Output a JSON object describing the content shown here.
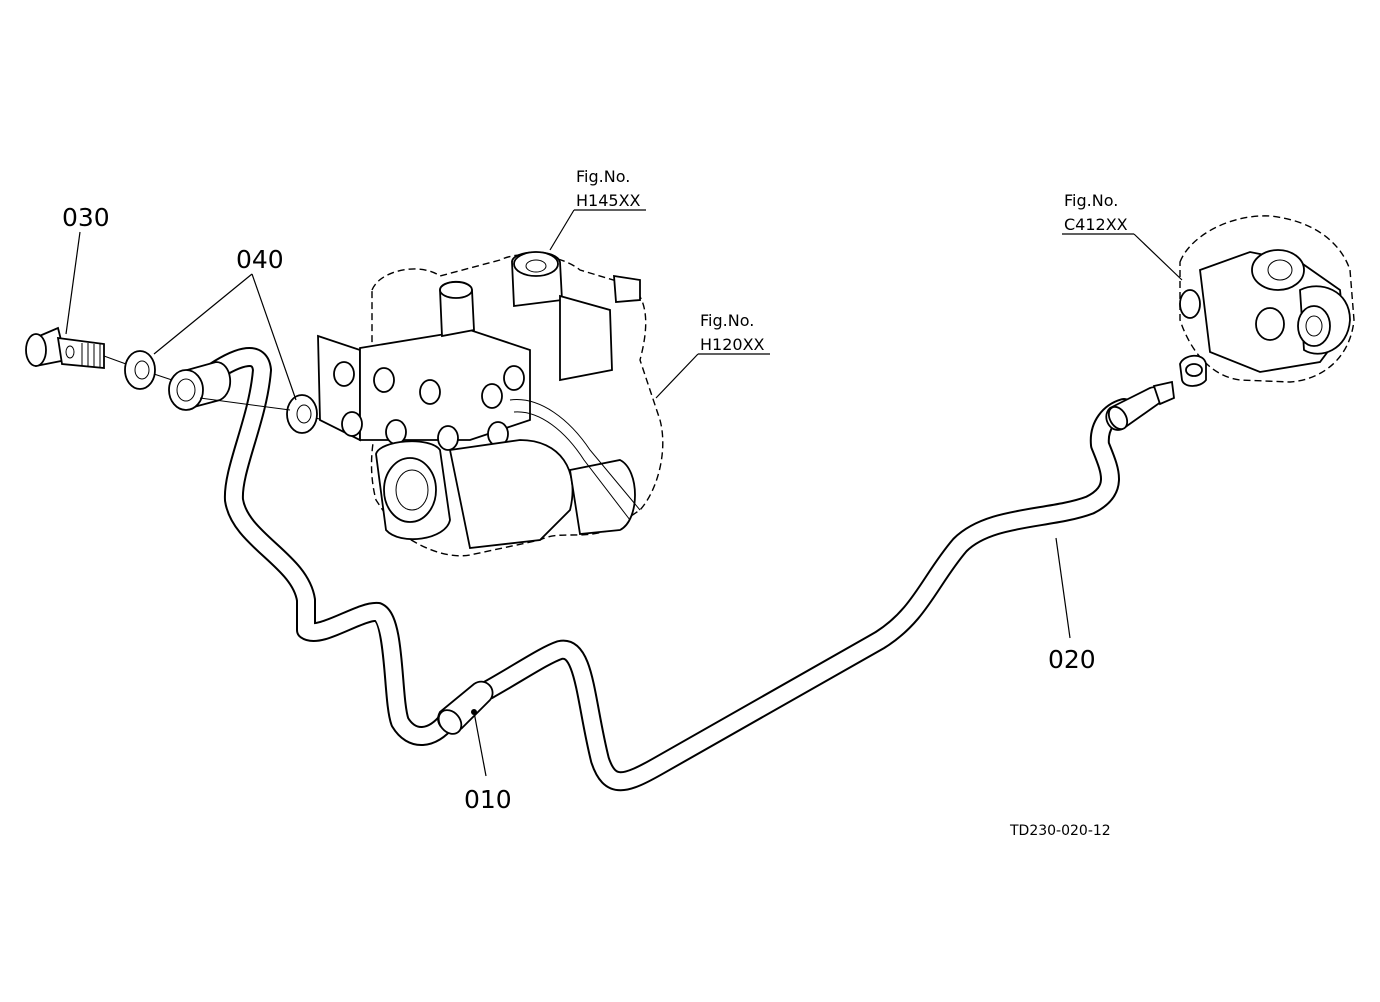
{
  "callouts": {
    "p010": "010",
    "p020": "020",
    "p030": "030",
    "p040": "040"
  },
  "figure_refs": {
    "h145": {
      "label": "Fig.No.",
      "code": "H145XX"
    },
    "h120": {
      "label": "Fig.No.",
      "code": "H120XX"
    },
    "c412": {
      "label": "Fig.No.",
      "code": "C412XX"
    }
  },
  "drawing_code": "TD230-020-12"
}
